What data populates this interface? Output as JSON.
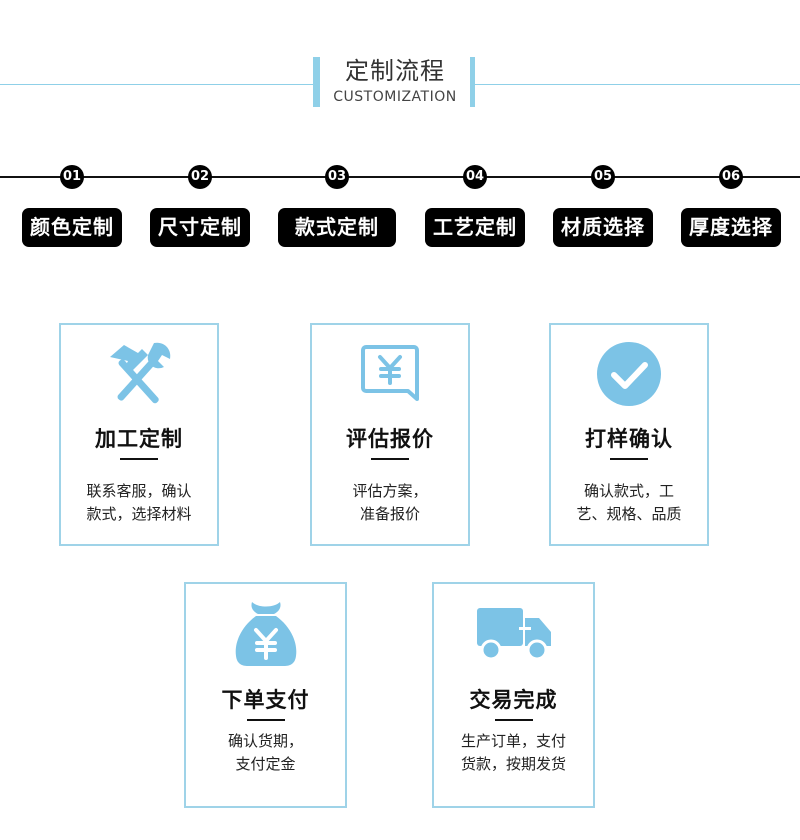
{
  "header": {
    "title_cn": "定制流程",
    "title_en": "CUSTOMIZATION"
  },
  "steps": [
    {
      "num": "01",
      "label": "颜色定制"
    },
    {
      "num": "02",
      "label": "尺寸定制"
    },
    {
      "num": "03",
      "label": "款式定制"
    },
    {
      "num": "04",
      "label": "工艺定制"
    },
    {
      "num": "05",
      "label": "材质选择"
    },
    {
      "num": "06",
      "label": "厚度选择"
    }
  ],
  "cards": [
    {
      "icon": "tools-icon",
      "title": "加工定制",
      "desc": [
        "联系客服，确认",
        "款式，选择材料"
      ]
    },
    {
      "icon": "price-quote-icon",
      "title": "评估报价",
      "desc": [
        "评估方案，",
        "准备报价"
      ]
    },
    {
      "icon": "checkmark-icon",
      "title": "打样确认",
      "desc": [
        "确认款式，工",
        "艺、规格、品质"
      ]
    },
    {
      "icon": "money-bag-icon",
      "title": "下单支付",
      "desc": [
        "确认货期，",
        "支付定金"
      ]
    },
    {
      "icon": "delivery-truck-icon",
      "title": "交易完成",
      "desc": [
        "生产订单，支付",
        "货款，按期发货"
      ]
    }
  ],
  "colors": {
    "accent": "#8fd0e8",
    "icon": "#7cc3e6",
    "dark": "#000000"
  }
}
